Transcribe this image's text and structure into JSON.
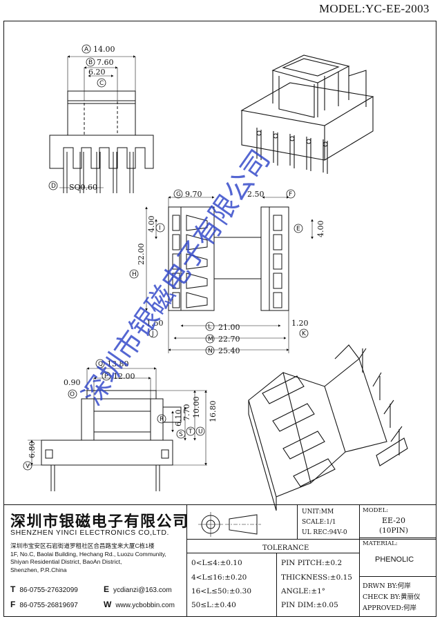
{
  "header": {
    "model": "MODEL:YC-EE-2003"
  },
  "dims": {
    "a": "A",
    "a_val": "14.00",
    "b": "B",
    "b_val": "7.60",
    "c": "C",
    "c_val": "6.20",
    "d": "D",
    "d_val": "SQ0.60",
    "g": "G",
    "g_val": "9.70",
    "f": "F",
    "f_val": "2.50",
    "i": "I",
    "i_val": "4.00",
    "e": "E",
    "e_val": "4.00",
    "h": "H",
    "h_val": "22.00",
    "j": "J",
    "j_val": "1.50",
    "l": "L",
    "l_val": "21.00",
    "k": "K",
    "k_val": "1.20",
    "m": "M",
    "m_val": "22.70",
    "n": "N",
    "n_val": "25.40",
    "q": "Q",
    "q_val": "13.80",
    "p": "P",
    "p_val": "12.00",
    "o": "O",
    "o_val": "0.90",
    "r": "R",
    "r_val": "6.10",
    "s": "S",
    "s_val": "7.70",
    "t": "T",
    "t_val": "10.00",
    "u": "U",
    "u_val": "16.80",
    "v": "V",
    "v_val": "6.80"
  },
  "watermark": "深圳市银磁电子有限公司",
  "title_block": {
    "company_cn": "深圳市银磁电子有限公司",
    "company_en": "SHENZHEN YINCI ELECTRONICS CO,LTD.",
    "address_cn": "深圳市宝安区石岩街道罗租社区合昌路宝来大厦C栋1楼",
    "address_en_1": "1F, No.C, Baolai Building, Hechang Rd., Luozu Community,",
    "address_en_2": "Shiyan Residential District, BaoAn District,",
    "address_en_3": "Shenzhen, P.R.China",
    "tel_letter": "T",
    "tel": "86-0755-27632099",
    "fax_letter": "F",
    "fax": "86-0755-26819697",
    "email_letter": "E",
    "email": "ycdianzi@163.com",
    "web_letter": "W",
    "web": "www.ycbobbin.com",
    "unit": "UNIT:MM",
    "scale": "SCALE:1/1",
    "ul_rec": "UL REC:94V-0",
    "model_label": "MODEL:",
    "model_value": "EE-20",
    "model_pins": "(10PIN)",
    "material_label": "MATERIAL:",
    "material_value": "PHENOLIC",
    "tolerance_title": "TOLERANCE",
    "tol_1": "0<L≤4:±0.10",
    "tol_2": "4<L≤16:±0.20",
    "tol_3": "16<L≤50:±0.30",
    "tol_4": "50≤L:±0.40",
    "pin_pitch": "PIN PITCH:±0.2",
    "thickness": "THICKNESS:±0.15",
    "angle": "ANGLE:±1°",
    "pin_dim": "PIN DIM:±0.05",
    "drawn_by": "DRWN BY:何岸",
    "check_by": "CHECK BY:黄丽仪",
    "approved": "APPROVED:何岸"
  }
}
